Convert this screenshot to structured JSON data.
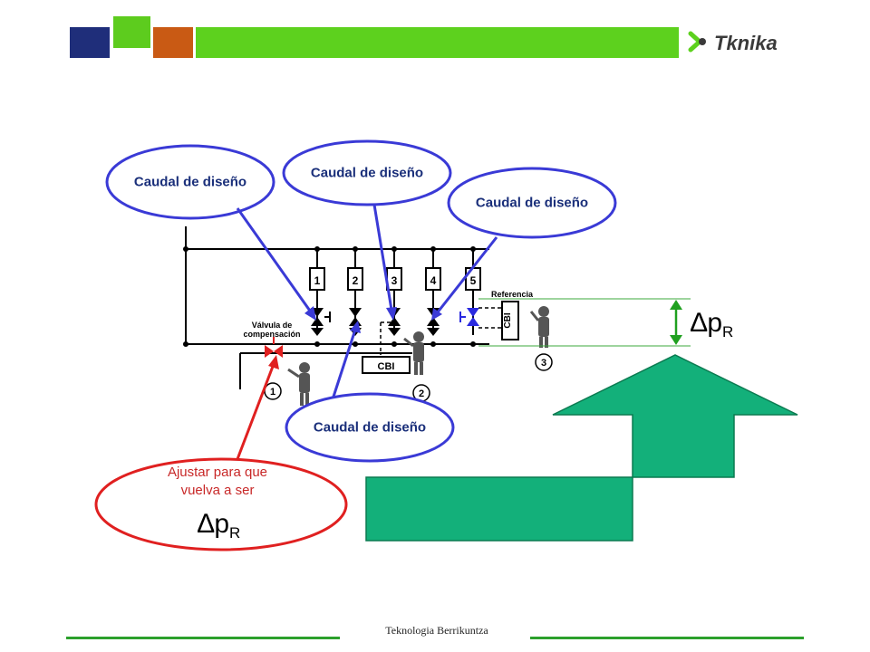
{
  "header": {
    "logo_text": "Tknika",
    "colors": {
      "blue": "#1f2e7a",
      "green": "#5dcc1e",
      "orange": "#c95a14",
      "bar": "#5dd11e"
    }
  },
  "diagram": {
    "callouts": [
      {
        "label": "Caudal de diseño"
      },
      {
        "label": "Caudal de diseño"
      },
      {
        "label": "Caudal de diseño"
      },
      {
        "label": "Caudal de diseño"
      }
    ],
    "terminal_numbers": [
      "1",
      "2",
      "3",
      "4",
      "5"
    ],
    "valve_label_line1": "Válvula de",
    "valve_label_line2": "compensación",
    "reference_label": "Referencia",
    "cbi_label": "CBI",
    "cbi_side_label": "CBI",
    "worker_numbers": [
      "1",
      "2",
      "3"
    ],
    "adjust_text_line1": "Ajustar para que",
    "adjust_text_line2": "vuelva a ser",
    "delta_symbol": "∆p",
    "delta_sub": "R",
    "colors": {
      "callout_ellipse": "#3a3ad6",
      "arrow": "#3a3ad6",
      "adjust": "#e02020",
      "big_arrow": "#13b07a",
      "pressure_line": "#3ca83c"
    }
  },
  "footer": {
    "text": "Teknologia Berrikuntza"
  }
}
